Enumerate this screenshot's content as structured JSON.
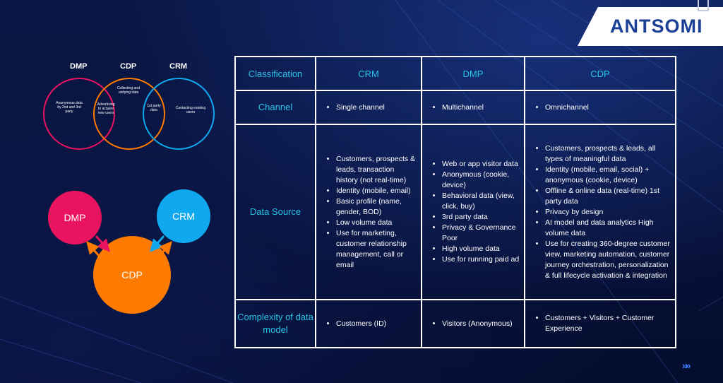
{
  "brand": {
    "logo_text": "ANTSOMI"
  },
  "venn": {
    "labels": [
      "DMP",
      "CDP",
      "CRM"
    ],
    "dmp_text": "Anonymous data by 2nd and 3rd party",
    "cdp_top_text": "Collecting and unifying data",
    "dmp_cdp_overlap_text": "Advertising to acquire new users",
    "cdp_crm_overlap_text": "1st party data",
    "crm_text": "Contacting existing users"
  },
  "flow": {
    "dmp": "DMP",
    "crm": "CRM",
    "cdp": "CDP"
  },
  "colors": {
    "dmp": "#e9135f",
    "cdp": "#ff7a00",
    "crm": "#10a8ee",
    "accent": "#29c4e6"
  },
  "table": {
    "headers": [
      "Classification",
      "CRM",
      "DMP",
      "CDP"
    ],
    "rows": [
      {
        "label": "Channel",
        "crm": [
          "Single channel"
        ],
        "dmp": [
          "Multichannel"
        ],
        "cdp": [
          "Omnichannel"
        ]
      },
      {
        "label": "Data Source",
        "crm": [
          "Customers, prospects & leads, transaction history (not real-time)",
          "Identity (mobile, email)",
          " Basic profile (name, gender, BOD)",
          " Low volume data",
          "Use for marketing, customer relationship management, call or email"
        ],
        "dmp": [
          "Web or app visitor data",
          "Anonymous (cookie, device)",
          "Behavioral data (view, click, buy)",
          "3rd party data",
          " Privacy & Governance Poor",
          "High volume data",
          " Use for running paid ad"
        ],
        "cdp": [
          "Customers, prospects & leads, all types of meaningful data",
          "Identity (mobile, email, social) + anonymous (cookie, device)",
          "Offline & online data (real-time) 1st party data",
          " Privacy by design",
          " AI model and data analytics High volume data",
          "Use for creating 360-degree customer view, marketing automation, customer journey orchestration, personalization & full lifecycle activation & integration"
        ]
      },
      {
        "label": "Complexity of data model",
        "crm": [
          "Customers (ID)"
        ],
        "dmp": [
          "Visitors (Anonymous)"
        ],
        "cdp": [
          "Customers + Visitors + Customer Experience"
        ]
      }
    ]
  },
  "footer": {
    "arrows": "»»"
  }
}
